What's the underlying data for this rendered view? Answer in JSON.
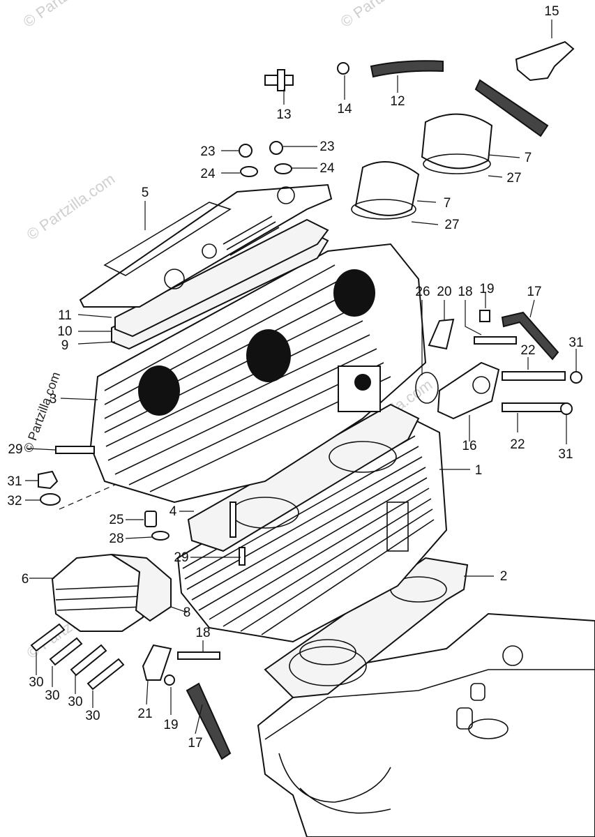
{
  "watermarks": [
    "© Partzilla.com",
    "© Partzilla.com",
    "© Partzilla.com",
    "© Partzilla.com",
    "© Partzilla.com",
    "© Partzilla.com"
  ],
  "callouts": [
    "15",
    "13",
    "14",
    "12",
    "23",
    "23",
    "24",
    "24",
    "5",
    "7",
    "27",
    "7",
    "27",
    "11",
    "10",
    "9",
    "26",
    "20",
    "18",
    "19",
    "17",
    "31",
    "22",
    "3",
    "16",
    "22",
    "31",
    "29",
    "1",
    "31",
    "32",
    "4",
    "25",
    "28",
    "29",
    "2",
    "6",
    "8",
    "18",
    "30",
    "30",
    "30",
    "30",
    "21",
    "19",
    "17"
  ],
  "colors": {
    "ink": "#111111",
    "paper": "#ffffff",
    "watermark": "#cfcfcf"
  }
}
